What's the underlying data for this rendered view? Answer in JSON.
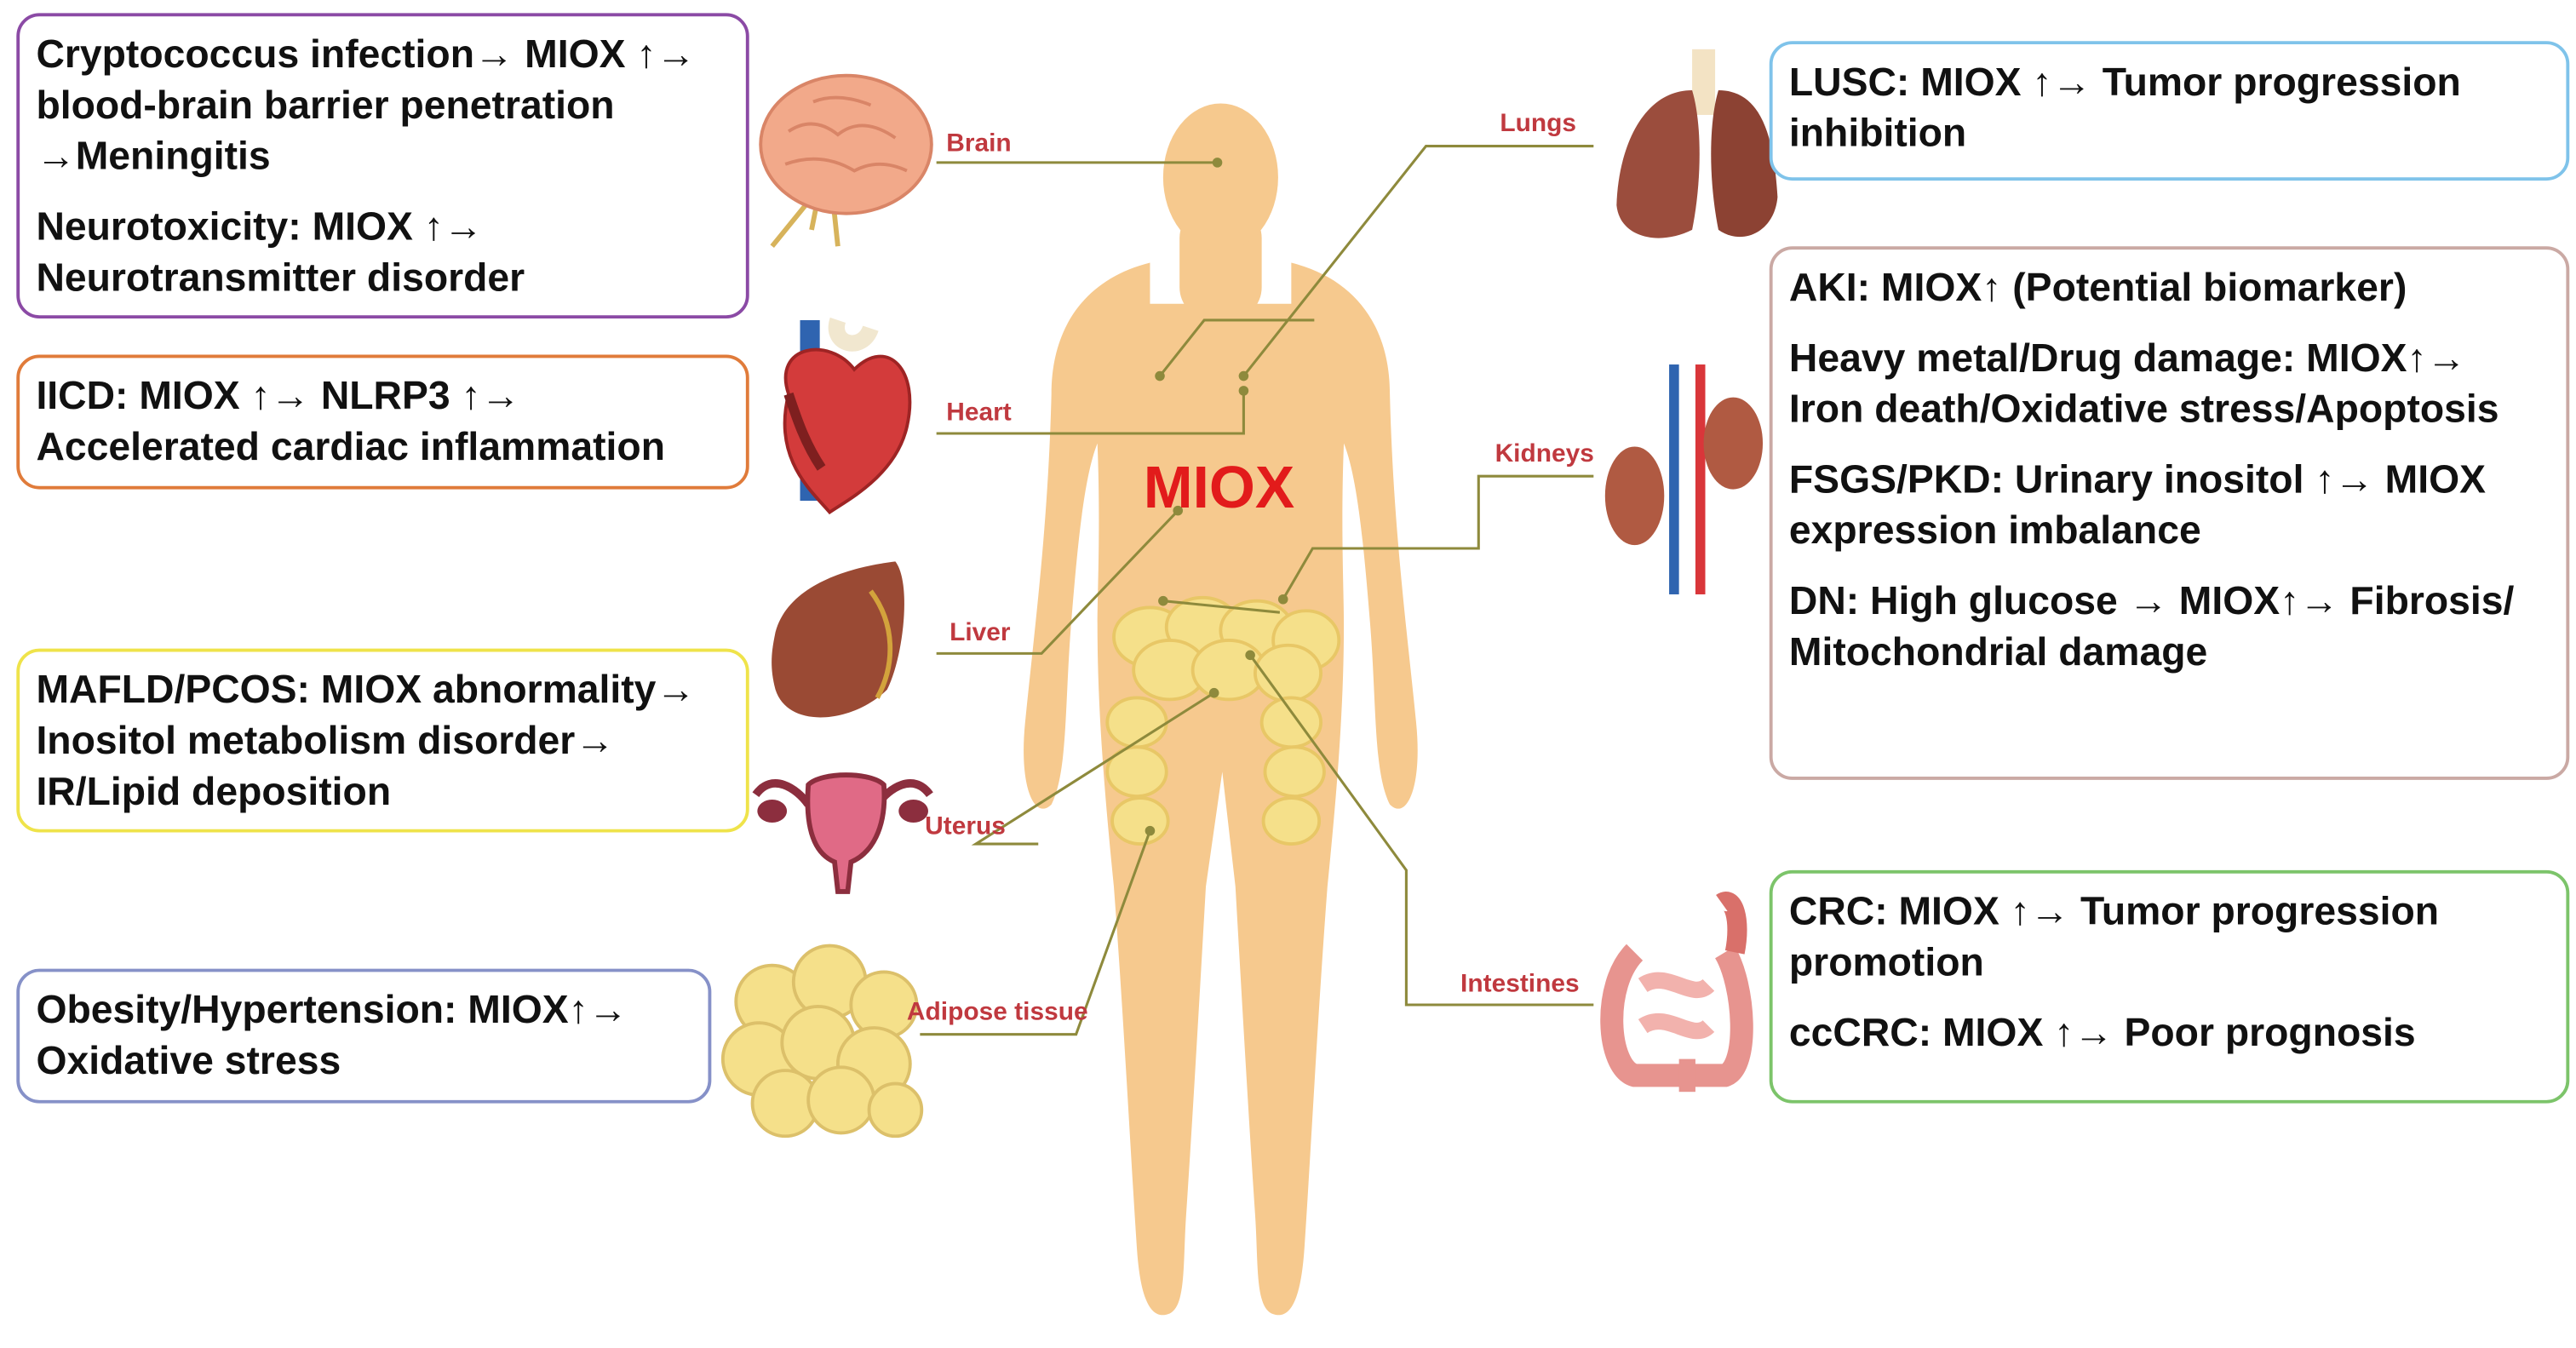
{
  "center_label": "MIOX",
  "organs": {
    "brain": "Brain",
    "lungs": "Lungs",
    "heart": "Heart",
    "kidneys": "Kidneys",
    "liver": "Liver",
    "uterus": "Uterus",
    "adipose": "Adipose tissue",
    "intestines": "Intestines"
  },
  "boxes": {
    "brain": {
      "color": "#8b4aa5",
      "items": [
        [
          "Cryptococcus infection→ MIOX ↑→",
          "blood-brain barrier penetration",
          "→Meningitis"
        ],
        [
          "Neurotoxicity: MIOX ↑→",
          "Neurotransmitter disorder"
        ]
      ]
    },
    "heart": {
      "color": "#e07b3a",
      "items": [
        [
          "IICD: MIOX ↑→ NLRP3 ↑→",
          "Accelerated cardiac inflammation"
        ]
      ]
    },
    "liver": {
      "color": "#efe34a",
      "items": [
        [
          "MAFLD/PCOS: MIOX abnormality→",
          "Inositol metabolism disorder→",
          "IR/Lipid deposition"
        ]
      ]
    },
    "adipose": {
      "color": "#8691c8",
      "items": [
        [
          "Obesity/Hypertension: MIOX↑→",
          "Oxidative stress"
        ]
      ]
    },
    "lungs": {
      "color": "#7fc3ea",
      "items": [
        [
          "LUSC: MIOX ↑→ Tumor progression",
          "inhibition"
        ]
      ]
    },
    "kidneys": {
      "color": "#caa9a4",
      "items": [
        [
          "AKI:  MIOX↑ (Potential biomarker)"
        ],
        [
          "Heavy metal/Drug damage: MIOX↑→",
          "Iron death/Oxidative stress/Apoptosis"
        ],
        [
          "FSGS/PKD: Urinary inositol ↑→ MIOX",
          "expression imbalance"
        ],
        [
          "DN: High glucose → MIOX↑→ Fibrosis/",
          "Mitochondrial damage"
        ]
      ]
    },
    "intestines": {
      "color": "#7cc46a",
      "items": [
        [
          "CRC: MIOX ↑→ Tumor progression",
          "promotion"
        ],
        [
          "ccCRC: MIOX ↑→ Poor prognosis"
        ]
      ]
    }
  },
  "colors": {
    "body_skin": "#f6c98e",
    "connector": "#8e8a3c",
    "organ_label": "#c0393f",
    "center_label": "#e21b1b"
  }
}
